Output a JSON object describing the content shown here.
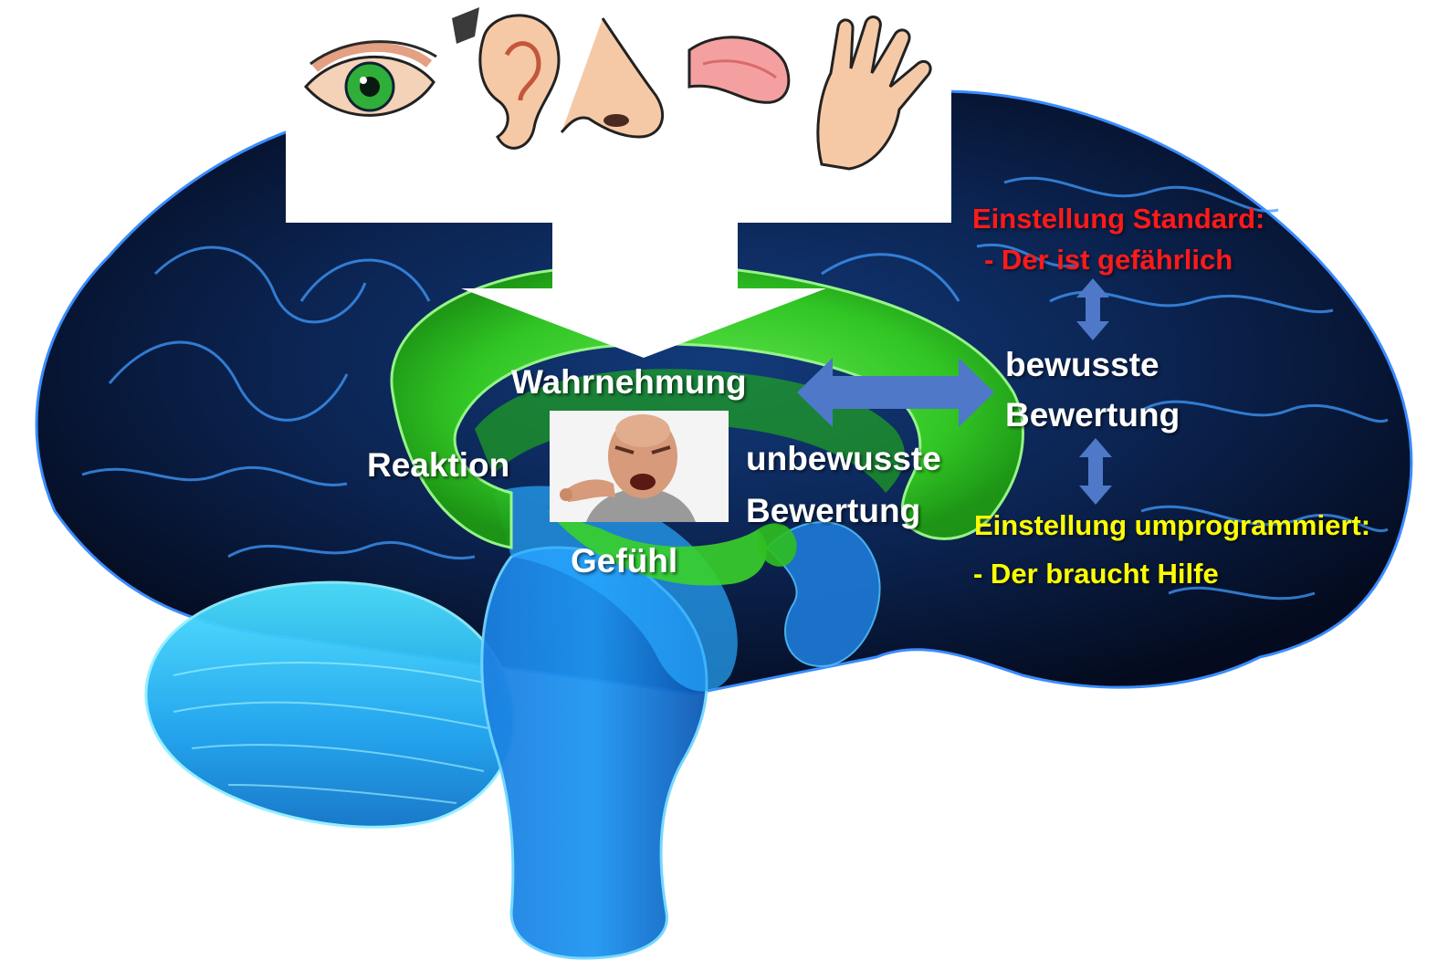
{
  "labels": {
    "wahrnehmung": "Wahrnehmung",
    "reaktion": "Reaktion",
    "gefuehl": "Gefühl",
    "unbewusste_line1": "unbewusste",
    "unbewusste_line2": "Bewertung",
    "bewusste_line1": "bewusste",
    "bewusste_line2": "Bewertung",
    "standard_title": "Einstellung Standard:",
    "standard_item": "- Der ist gefährlich",
    "umprogrammiert_title": "Einstellung umprogrammiert:",
    "umprogrammiert_item": "- Der braucht Hilfe"
  },
  "senses": [
    "eye-icon",
    "ear-icon",
    "nose-icon",
    "tongue-icon",
    "hand-icon"
  ],
  "colors": {
    "brain_dark": "#0a1a3a",
    "brain_blue": "#1e6fd0",
    "brain_glow": "#39c6ff",
    "limbic_green": "#3ed62a",
    "arrow_blue": "#4f78c8",
    "standard_red": "#ff1a1a",
    "reprogrammed_yellow": "#ffff00"
  }
}
